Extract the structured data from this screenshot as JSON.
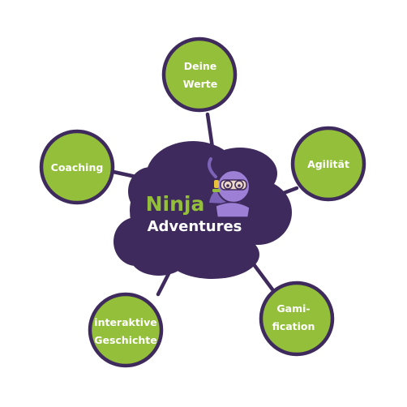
{
  "colors": {
    "node_fill": "#93bf3a",
    "outline": "#3e2a5c",
    "center_fill": "#3e2a5c",
    "ninja_green": "#93bf3a",
    "ninja_purple": "#9d7fd6"
  },
  "center": {
    "logo_word_1": "Ninja",
    "logo_word_2": "Adventures",
    "mascot_icon": "ninja-mascot-icon"
  },
  "nodes": [
    {
      "id": "werte",
      "lines": [
        "Deine",
        "Werte"
      ]
    },
    {
      "id": "agilitaet",
      "lines": [
        "Agilität"
      ]
    },
    {
      "id": "gamification",
      "lines": [
        "Gami-",
        "fication"
      ]
    },
    {
      "id": "geschichte",
      "lines": [
        "interaktive",
        "Geschichte"
      ]
    },
    {
      "id": "coaching",
      "lines": [
        "Coaching"
      ]
    }
  ]
}
